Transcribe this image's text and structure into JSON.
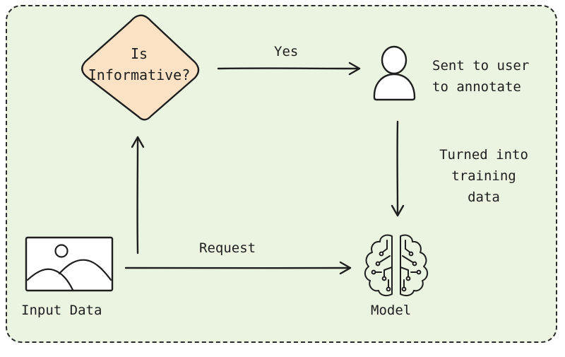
{
  "diagram": {
    "background_color": "#ebf4e0",
    "diamond_fill": "#fbe2c4",
    "stroke_color": "#1e1e1e",
    "decision": {
      "line1": "Is",
      "line2": "Informative?"
    },
    "edges": {
      "yes": "Yes",
      "request": "Request"
    },
    "user": {
      "line1": "Sent to user",
      "line2": "to annotate",
      "icon": "user-icon"
    },
    "training": {
      "line1": "Turned into",
      "line2": "training",
      "line3": "data"
    },
    "input": {
      "label": "Input Data",
      "icon": "image-icon"
    },
    "model": {
      "label": "Model",
      "icon": "brain-circuit-icon"
    }
  }
}
